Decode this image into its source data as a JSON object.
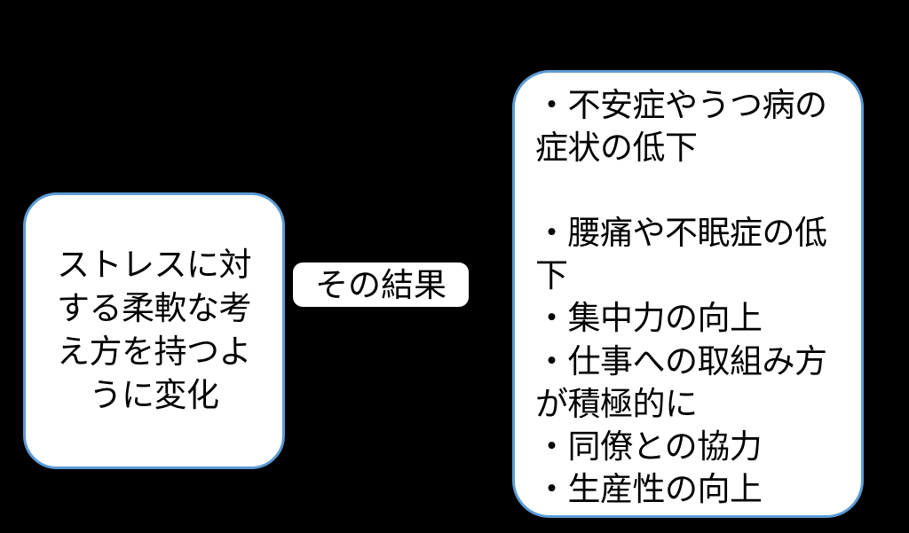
{
  "diagram": {
    "title": "stress-coping-outcomes-flow",
    "background_color": "#000000",
    "box_fill_color": "#FFFFFF",
    "box_border_color": "#5B9BD5",
    "text_color": "#000000",
    "cause_box": {
      "lines": [
        "ストレスに対",
        "する柔軟な考",
        "え方を持つよ",
        "うに変化"
      ],
      "full_text": "ストレスに対する柔軟な考え方を持つように変化"
    },
    "connector": {
      "label": "その結果"
    },
    "effects_box": {
      "lines": [
        "・不安症やうつ病の",
        "症状の低下",
        "",
        "・腰痛や不眠症の低",
        "下",
        "・集中力の向上",
        "・仕事への取組み方",
        "が積極的に",
        "・同僚との協力",
        "・生産性の向上"
      ],
      "items": [
        "・不安症やうつ病の症状の低下",
        "・腰痛や不眠症の低下",
        "・集中力の向上",
        "・仕事への取組み方が積極的に",
        "・同僚との協力",
        "・生産性の向上"
      ]
    }
  }
}
